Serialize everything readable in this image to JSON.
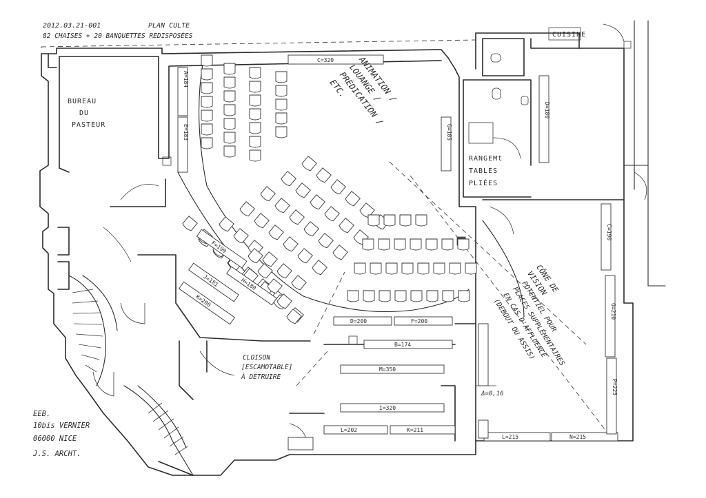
{
  "header": {
    "ref": "2012.03.21-001",
    "title": "PLAN CULTE",
    "capacity": "82 CHAISES + 20 BANQUETTES REDISPOSÉES"
  },
  "rooms": {
    "office": [
      "BUREAU",
      "DU",
      "PASTEUR"
    ],
    "kitchen": "CUISINE",
    "storage": [
      "RANGEMt",
      "TABLES",
      "PLIÉES"
    ]
  },
  "notes": {
    "stage": [
      "ANIMATION /",
      "LOUANGE /",
      "PRÉDICATION /",
      "ETC."
    ],
    "vision": [
      "CÔNE DE",
      "VISION"
    ],
    "extra_seats": [
      "POTENTIEL POUR",
      "PLACES SUPPLÉMENTAIRES",
      "EN CAS D'AFFLUENCE",
      "(DEBOUT OU ASSIS)"
    ],
    "partition": [
      "CLOISON",
      "[ESCAMOTABLE]",
      "À DÉTRUIRE"
    ],
    "height": "Δ=0,16"
  },
  "benches": [
    {
      "id": "b-c320",
      "label": "C=320"
    },
    {
      "id": "b-a184",
      "label": "A=184"
    },
    {
      "id": "b-e183",
      "label": "E=183"
    },
    {
      "id": "b-g185",
      "label": "G=185"
    },
    {
      "id": "b-f190",
      "label": "F=190"
    },
    {
      "id": "b-j181",
      "label": "J=181"
    },
    {
      "id": "b-h180",
      "label": "H=180"
    },
    {
      "id": "b-k200",
      "label": "K=200"
    },
    {
      "id": "b-d200",
      "label": "D=200"
    },
    {
      "id": "b-f200",
      "label": "F=200"
    },
    {
      "id": "b-b174",
      "label": "B=174"
    },
    {
      "id": "b-m350",
      "label": "M=350"
    },
    {
      "id": "b-i320",
      "label": "I=320"
    },
    {
      "id": "b-l202",
      "label": "L=202"
    },
    {
      "id": "b-k211",
      "label": "K=211"
    },
    {
      "id": "b-l215",
      "label": "L=215"
    },
    {
      "id": "b-n215",
      "label": "N=215"
    },
    {
      "id": "b-o210",
      "label": "O=210"
    },
    {
      "id": "b-p225",
      "label": "P=225"
    },
    {
      "id": "b-c190",
      "label": "C=190"
    },
    {
      "id": "b-d180",
      "label": "D=180"
    }
  ],
  "footer": {
    "lines": [
      "EEB.",
      "10bis VERNIER",
      "06000 NICE",
      "J.S. ARCHT."
    ]
  }
}
